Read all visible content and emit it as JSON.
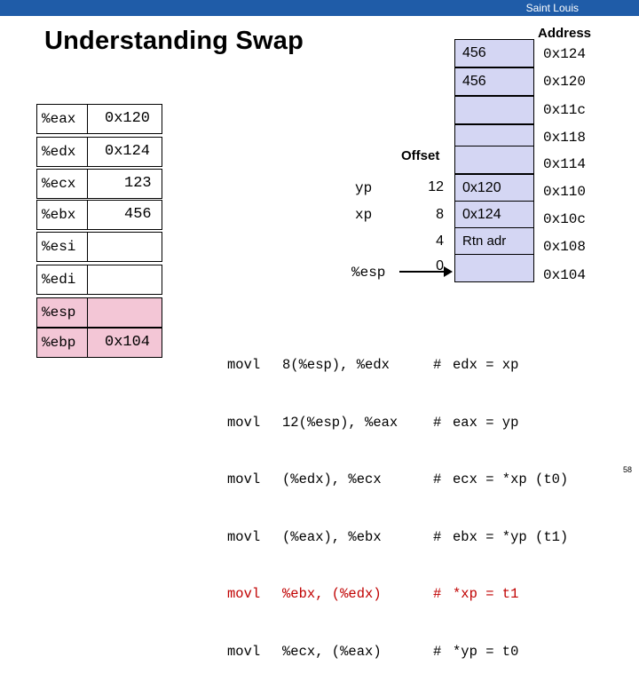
{
  "header": {
    "institution": "Saint Louis"
  },
  "title": "Understanding Swap",
  "registers": [
    {
      "name": "%eax",
      "value": "0x120",
      "highlight": false
    },
    {
      "name": "%edx",
      "value": "0x124",
      "highlight": false
    },
    {
      "name": "%ecx",
      "value": "123",
      "highlight": false
    },
    {
      "name": "%ebx",
      "value": "456",
      "highlight": false
    },
    {
      "name": "%esi",
      "value": "",
      "highlight": false
    },
    {
      "name": "%edi",
      "value": "",
      "highlight": false
    },
    {
      "name": "%esp",
      "value": "",
      "highlight": true
    },
    {
      "name": "%ebp",
      "value": "0x104",
      "highlight": true
    }
  ],
  "memory": {
    "address_header": "Address",
    "offset_header": "Offset",
    "esp_pointer_label": "%esp",
    "cells": [
      {
        "address": "0x124",
        "content": "456",
        "offset": "",
        "var": ""
      },
      {
        "address": "0x120",
        "content": "456",
        "offset": "",
        "var": ""
      },
      {
        "address": "0x11c",
        "content": "",
        "offset": "",
        "var": ""
      },
      {
        "address": "0x118",
        "content": "",
        "offset": "",
        "var": ""
      },
      {
        "address": "0x114",
        "content": "",
        "offset": "",
        "var": ""
      },
      {
        "address": "0x110",
        "content": "0x120",
        "offset": "12",
        "var": "yp"
      },
      {
        "address": "0x10c",
        "content": "0x124",
        "offset": "8",
        "var": "xp"
      },
      {
        "address": "0x108",
        "content": "Rtn adr",
        "offset": "4",
        "var": ""
      },
      {
        "address": "0x104",
        "content": "",
        "offset": "0",
        "var": ""
      }
    ]
  },
  "code": [
    {
      "op": "movl",
      "args": "8(%esp), %edx",
      "hash": "#",
      "comment": "edx = xp",
      "highlight": false
    },
    {
      "op": "movl",
      "args": "12(%esp), %eax",
      "hash": "#",
      "comment": "eax = yp",
      "highlight": false
    },
    {
      "op": "movl",
      "args": "(%edx), %ecx",
      "hash": "#",
      "comment": "ecx = *xp (t0)",
      "highlight": false
    },
    {
      "op": "movl",
      "args": "(%eax), %ebx",
      "hash": "#",
      "comment": "ebx = *yp (t1)",
      "highlight": false
    },
    {
      "op": "movl",
      "args": "%ebx, (%edx)",
      "hash": "#",
      "comment": "*xp = t1",
      "highlight": true
    },
    {
      "op": "movl",
      "args": "%ecx, (%eax)",
      "hash": "#",
      "comment": "*yp = t0",
      "highlight": false
    }
  ],
  "colors": {
    "topbar": "#1f5ca8",
    "memory_cell": "#d4d6f3",
    "register_highlight": "#f3c6d6",
    "code_highlight": "#c00000"
  },
  "slide_number": "58"
}
